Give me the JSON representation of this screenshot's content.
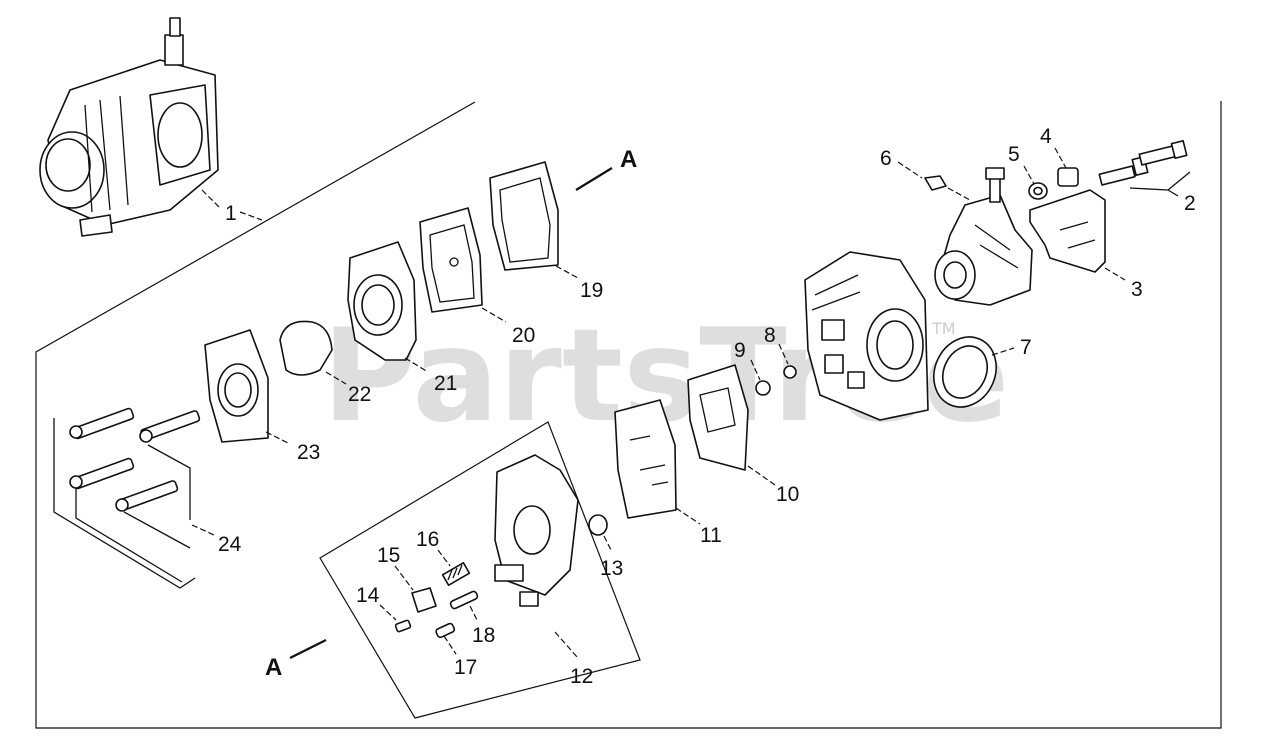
{
  "watermark": {
    "brand": "PartsTree",
    "mark": "TM"
  },
  "section_labels": {
    "top": "A",
    "bottom": "A"
  },
  "callouts": {
    "p1": "1",
    "p2": "2",
    "p3": "3",
    "p4": "4",
    "p5": "5",
    "p6": "6",
    "p7": "7",
    "p8": "8",
    "p9": "9",
    "p10": "10",
    "p11": "11",
    "p12": "12",
    "p13": "13",
    "p14": "14",
    "p15": "15",
    "p16": "16",
    "p17": "17",
    "p18": "18",
    "p19": "19",
    "p20": "20",
    "p21": "21",
    "p22": "22",
    "p23": "23",
    "p24": "24"
  }
}
